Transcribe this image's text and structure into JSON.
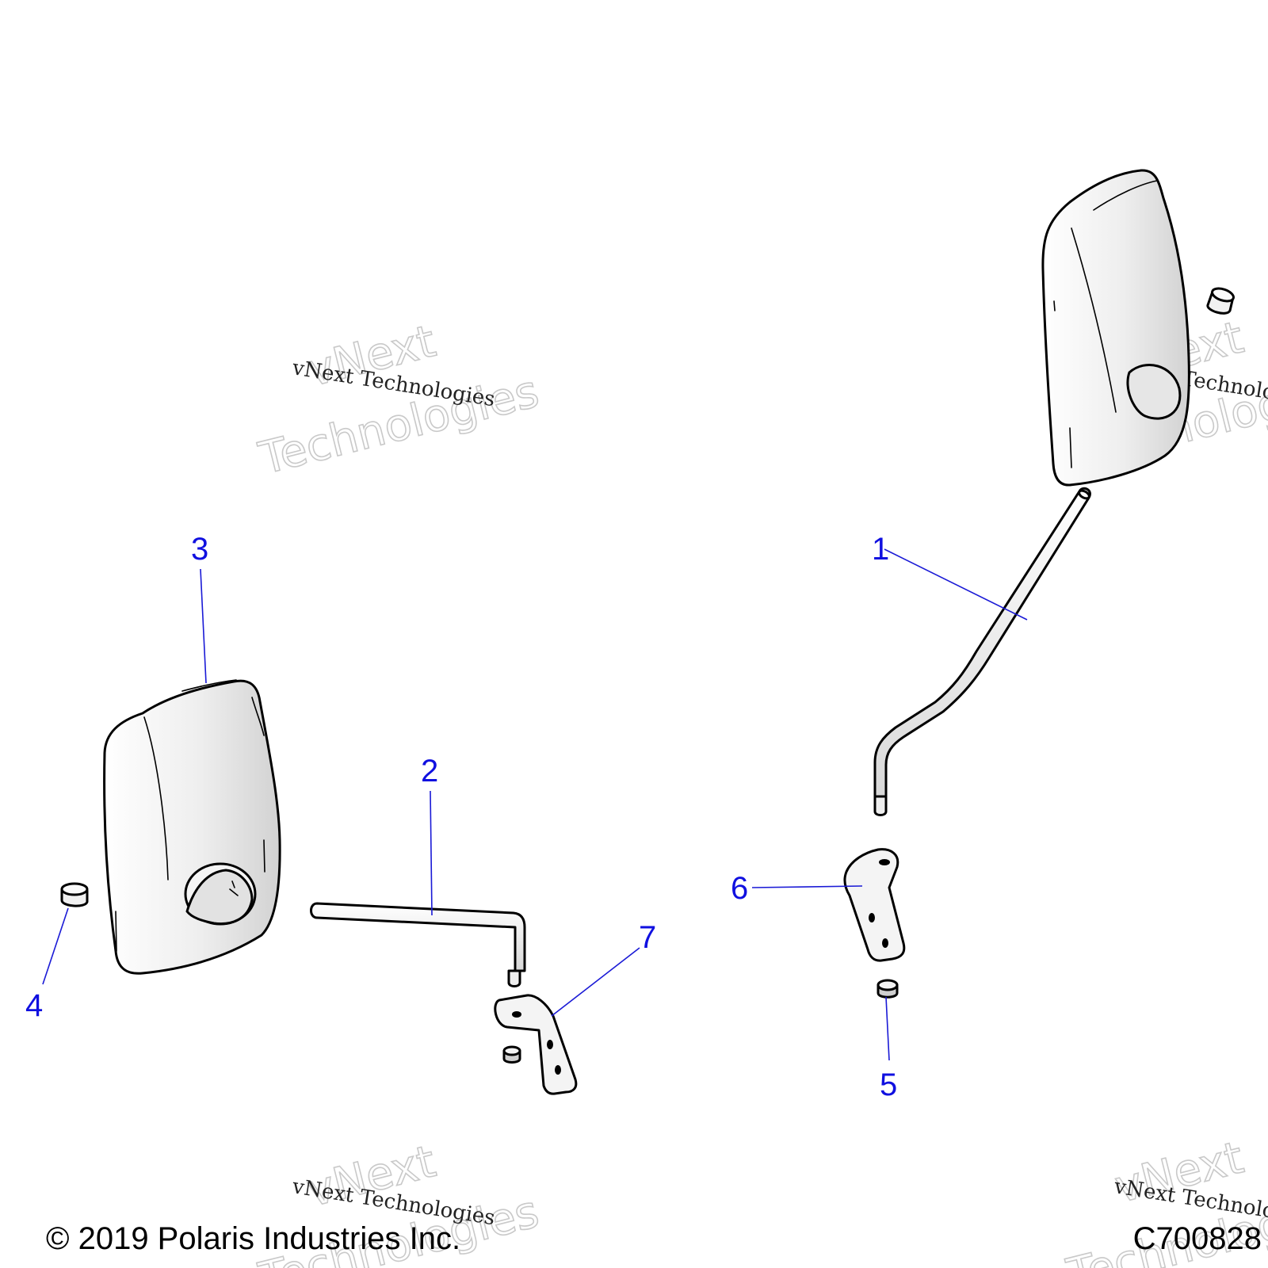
{
  "callouts": [
    "1",
    "2",
    "3",
    "4",
    "5",
    "6",
    "7"
  ],
  "watermark": {
    "large_line1": "vNext",
    "large_line2": "Technologies",
    "small": "vNext Technologies"
  },
  "footer": {
    "copyright": "© 2019 Polaris Industries Inc.",
    "figure_code": "C700828"
  },
  "colors": {
    "callout": "#1010e0",
    "leader": "#1a1ad6",
    "part_fill": "#f2f2f2",
    "part_shade": "#d9d9d9",
    "outline": "#000000"
  }
}
